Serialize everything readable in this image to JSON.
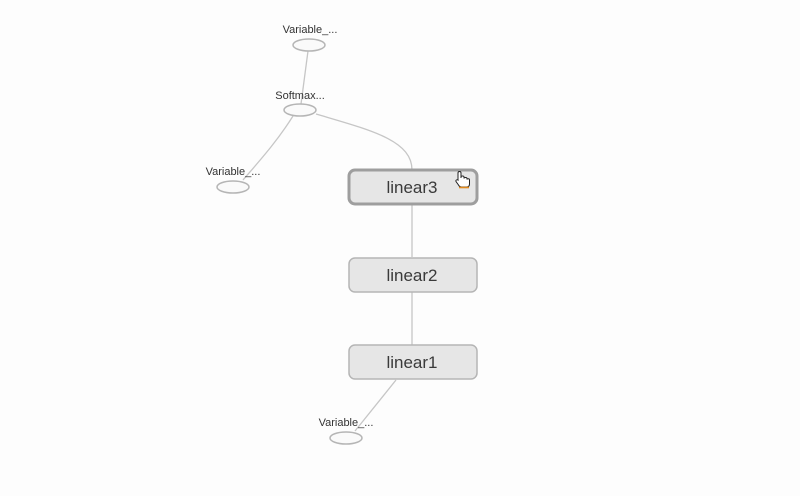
{
  "graph": {
    "nodes": {
      "variable_top": {
        "label": "Variable_...",
        "kind": "op"
      },
      "softmax": {
        "label": "Softmax...",
        "kind": "op"
      },
      "variable_mid": {
        "label": "Variable_...",
        "kind": "op"
      },
      "linear3": {
        "label": "linear3",
        "kind": "group",
        "selected": true
      },
      "linear2": {
        "label": "linear2",
        "kind": "group"
      },
      "linear1": {
        "label": "linear1",
        "kind": "group"
      },
      "variable_bottom": {
        "label": "Variable_...",
        "kind": "op"
      }
    },
    "edges": [
      {
        "from": "variable_top",
        "to": "softmax"
      },
      {
        "from": "softmax",
        "to": "variable_mid"
      },
      {
        "from": "softmax",
        "to": "linear3"
      },
      {
        "from": "linear3",
        "to": "linear2"
      },
      {
        "from": "linear2",
        "to": "linear1"
      },
      {
        "from": "linear1",
        "to": "variable_bottom"
      }
    ]
  },
  "cursor": {
    "icon": "hand-pointer-icon"
  }
}
